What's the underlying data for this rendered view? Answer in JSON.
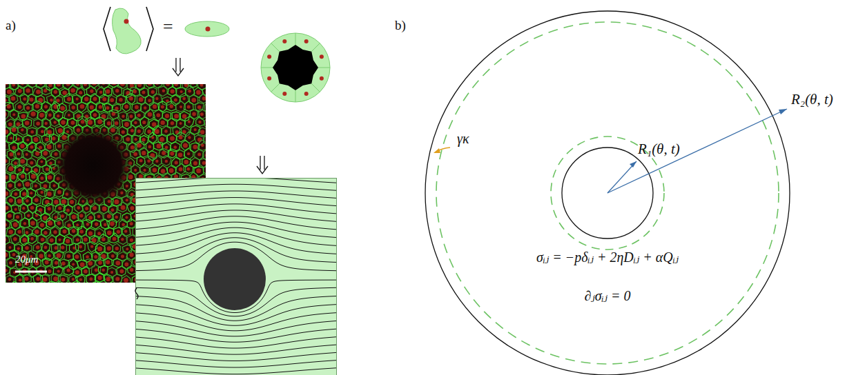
{
  "diagram": {
    "labels": [
      "a)",
      "b)",
      "=",
      "20μm",
      "R₁(θ, t)",
      "R₂(θ, t)",
      "γκ",
      "σᵢⱼ = −pδᵢⱼ + 2ηDᵢⱼ + αQᵢⱼ",
      "∂ⱼσᵢⱼ = 0"
    ]
  }
}
